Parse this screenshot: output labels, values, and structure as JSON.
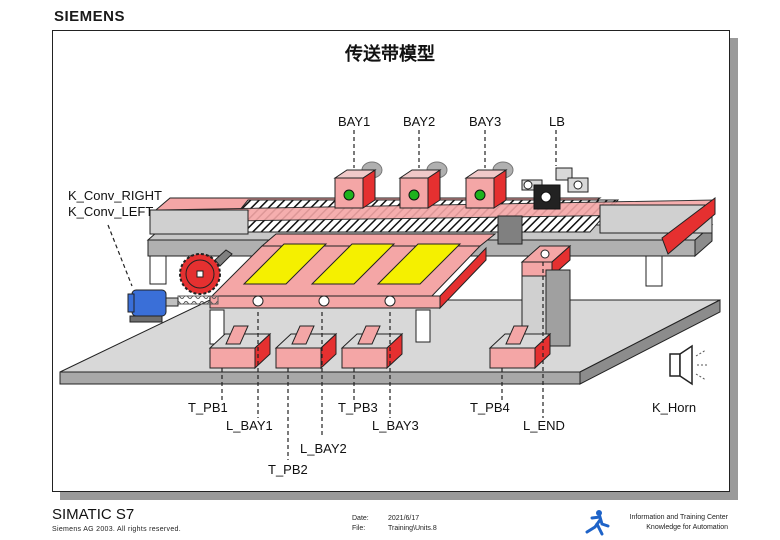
{
  "header": {
    "brand": "SIEMENS"
  },
  "slide": {
    "title": "传送带模型"
  },
  "labels": {
    "bay1": "BAY1",
    "bay2": "BAY2",
    "bay3": "BAY3",
    "lb": "LB",
    "conv_right": "K_Conv_RIGHT",
    "conv_left": "K_Conv_LEFT",
    "t_pb1": "T_PB1",
    "l_bay1": "L_BAY1",
    "t_pb3": "T_PB3",
    "l_bay3": "L_BAY3",
    "l_bay2": "L_BAY2",
    "t_pb2": "T_PB2",
    "t_pb4": "T_PB4",
    "l_end": "L_END",
    "k_horn": "K_Horn"
  },
  "footer": {
    "product": "SIMATIC S7",
    "copyright": "Siemens AG 2003. All rights reserved.",
    "date_label": "Date:",
    "date_value": "2021/6/17",
    "file_label": "File:",
    "file_value": "Training\\Units.8",
    "center_line1": "Information and Training Center",
    "center_line2": "Knowledge for Automation"
  },
  "colors": {
    "pink": "#f4a6a6",
    "red": "#e53030",
    "yellow": "#f5f000",
    "gray": "#d8d8d8",
    "dark_gray": "#808080",
    "green": "#1db31d",
    "motor_blue": "#3a6fd8"
  }
}
